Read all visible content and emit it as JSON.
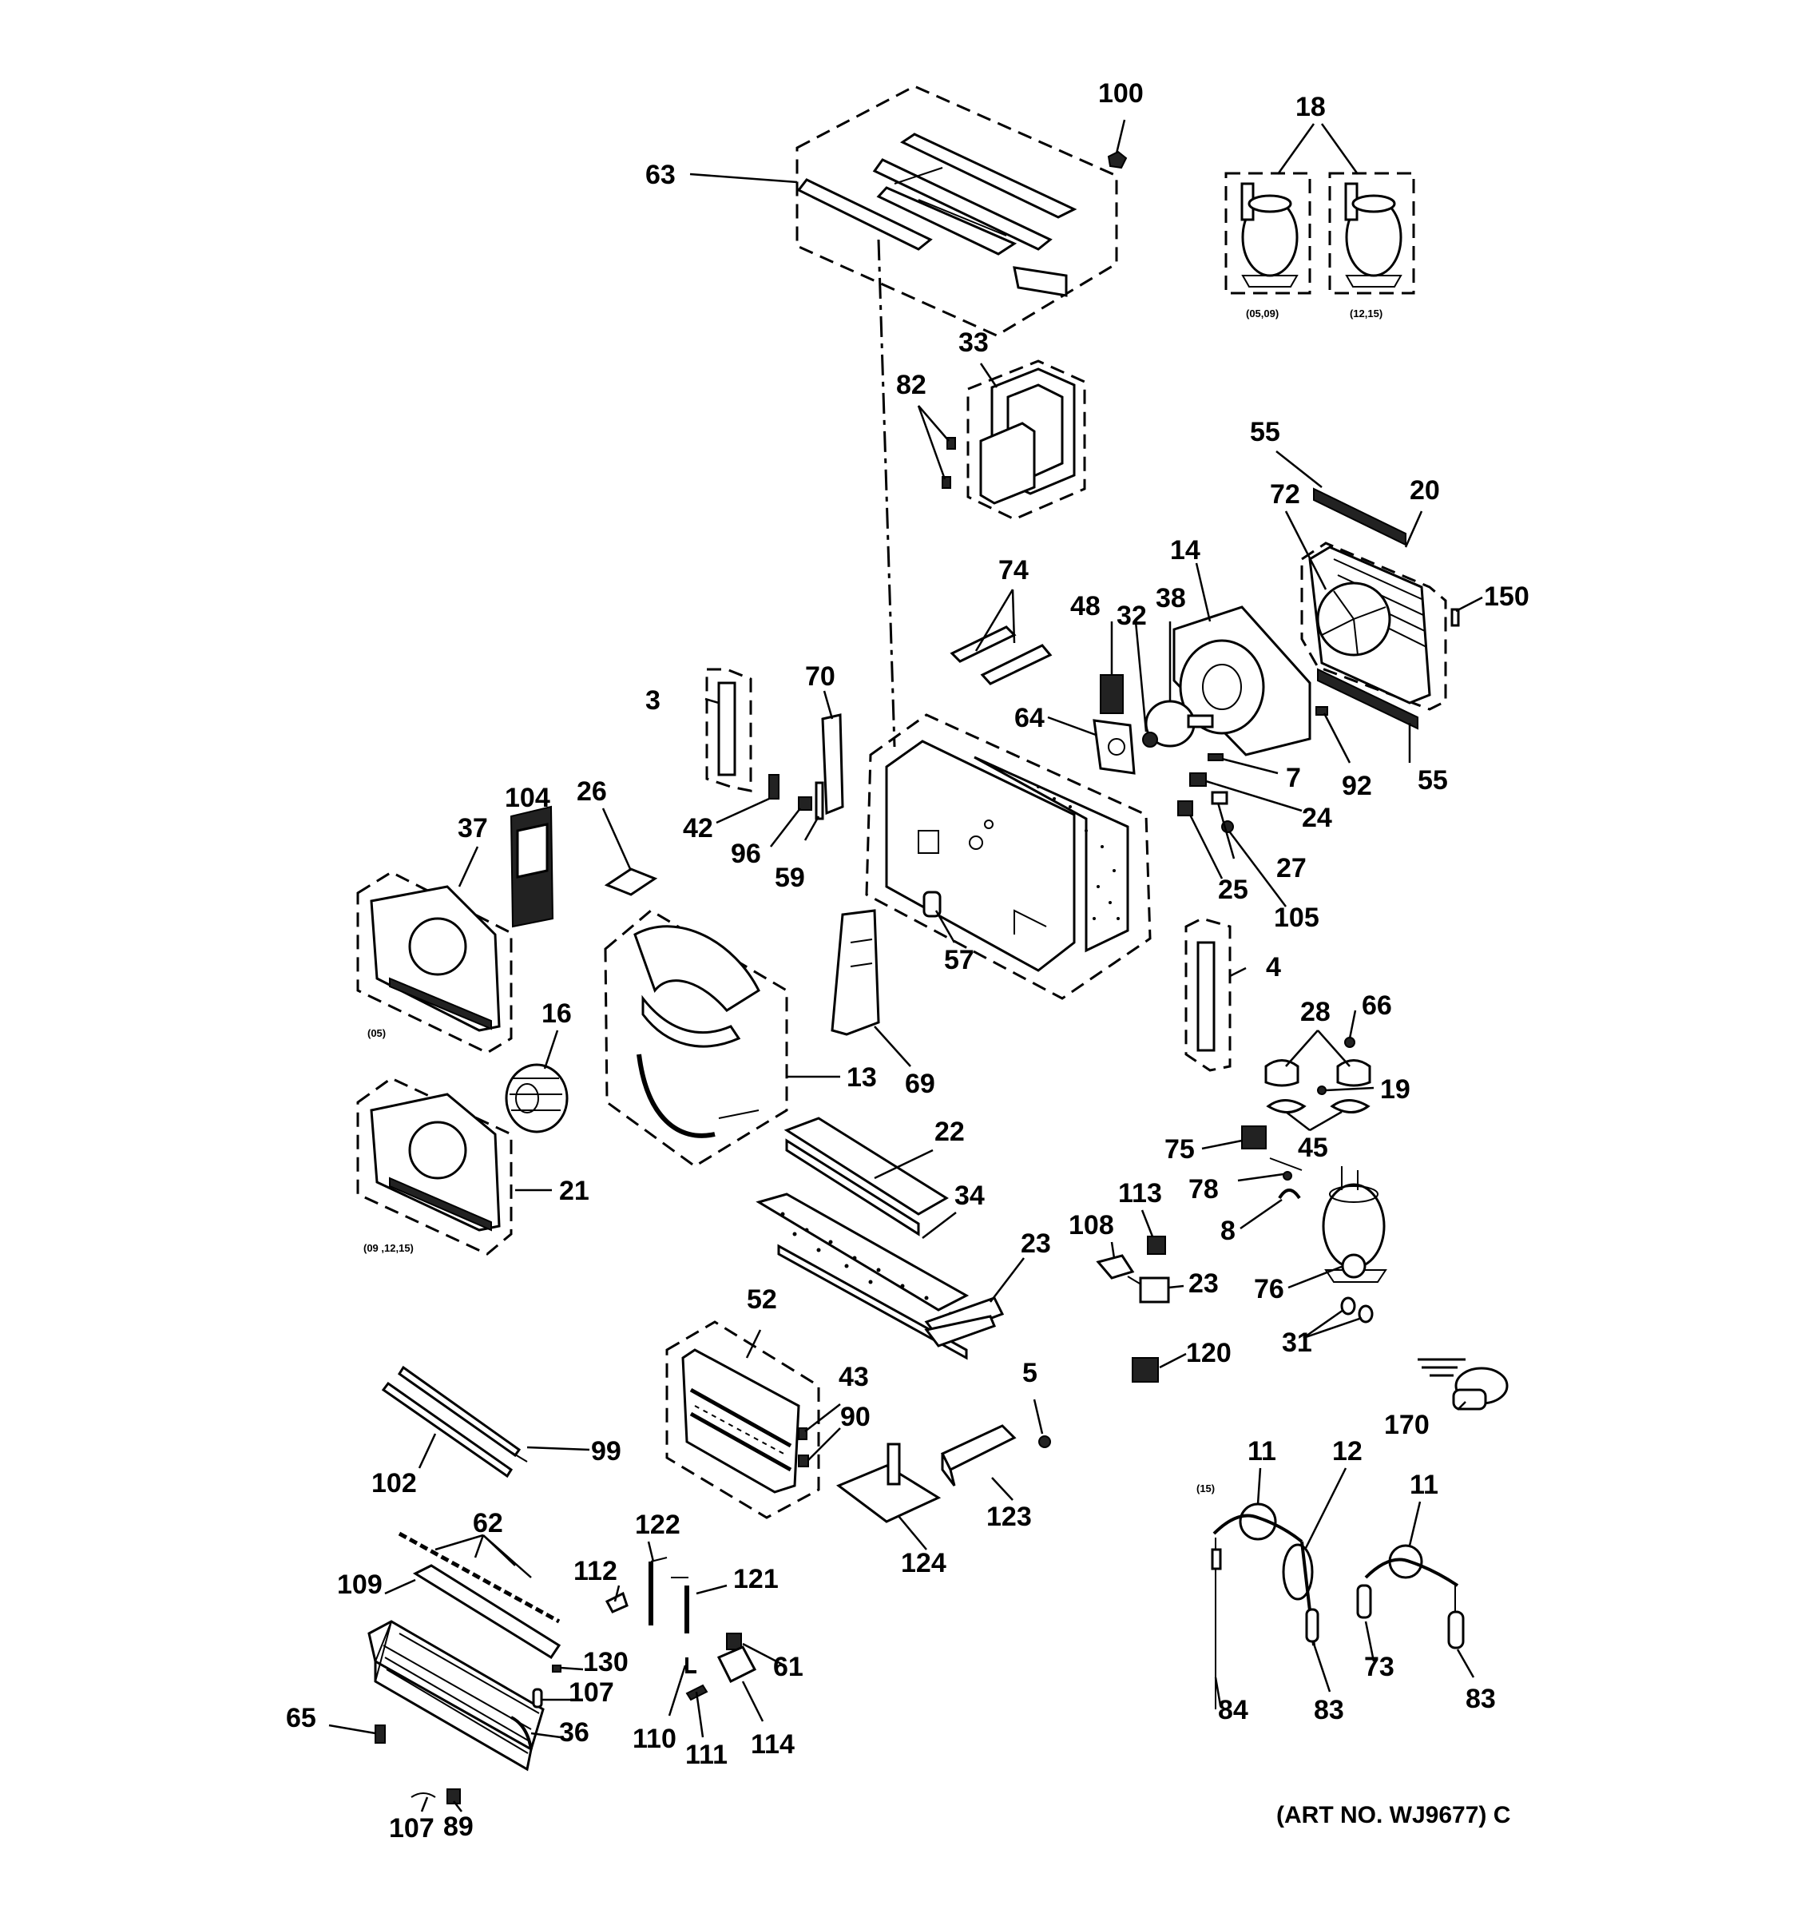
{
  "labels": {
    "l100": "100",
    "l18": "18",
    "l63": "63",
    "l33": "33",
    "l82": "82",
    "l55a": "55",
    "l20": "20",
    "l72": "72",
    "l14": "14",
    "l150": "150",
    "l74": "74",
    "l48": "48",
    "l32": "32",
    "l38": "38",
    "l3": "3",
    "l70": "70",
    "l64": "64",
    "l92": "92",
    "l55b": "55",
    "l7": "7",
    "l24": "24",
    "l42": "42",
    "l96": "96",
    "l59": "59",
    "l27": "27",
    "l25": "25",
    "l105": "105",
    "l104": "104",
    "l26": "26",
    "l37": "37",
    "l57": "57",
    "l4": "4",
    "l16": "16",
    "l69": "69",
    "l13": "13",
    "l28": "28",
    "l66": "66",
    "l19": "19",
    "l45": "45",
    "l75": "75",
    "l78": "78",
    "l21": "21",
    "l22": "22",
    "l34": "34",
    "l113": "113",
    "l108": "108",
    "l8": "8",
    "l23a": "23",
    "l23b": "23",
    "l76": "76",
    "l31": "31",
    "l52": "52",
    "l120": "120",
    "l43": "43",
    "l5": "5",
    "l90": "90",
    "l170": "170",
    "l99": "99",
    "l102": "102",
    "l11a": "11",
    "l12": "12",
    "l123": "123",
    "l124": "124",
    "l11b": "11",
    "l62": "62",
    "l122": "122",
    "l112": "112",
    "l121": "121",
    "l109": "109",
    "l130": "130",
    "l61": "61",
    "l107a": "107",
    "l65": "65",
    "l36": "36",
    "l110": "110",
    "l111": "111",
    "l114": "114",
    "l84": "84",
    "l83a": "83",
    "l73": "73",
    "l83b": "83",
    "l107b": "107",
    "l89": "89"
  },
  "variant_notes": {
    "compressor_left": "(05,09)",
    "compressor_right": "(12,15)",
    "scroll_05": "(05)",
    "scroll_09": "(09 ,12,15)",
    "tubing_15": "(15)"
  },
  "art_number": "(ART NO. WJ9677) C"
}
